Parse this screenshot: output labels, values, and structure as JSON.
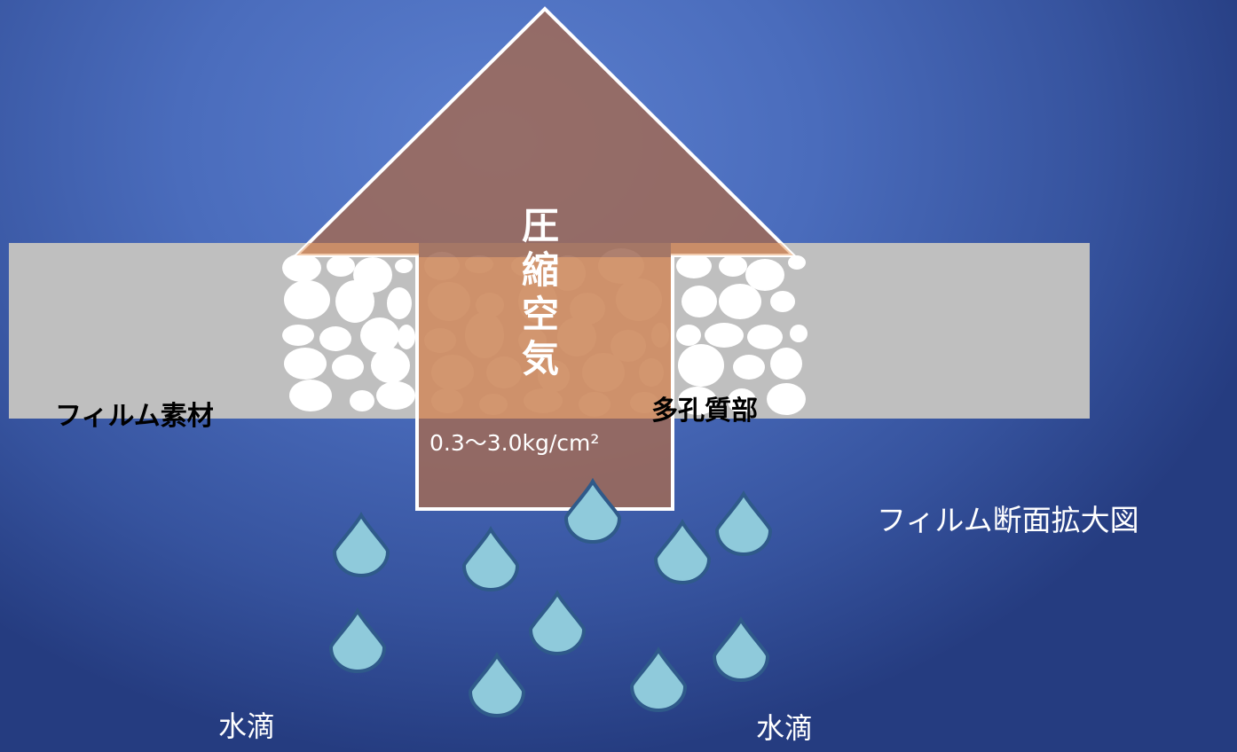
{
  "labels": {
    "compressed_air": "圧縮空気",
    "pressure": "0.3〜3.0kg/cm²",
    "film_material": "フィルム素材",
    "porous_part": "多孔質部",
    "caption": "フィルム断面拡大図",
    "water_drop_left": "水滴",
    "water_drop_right": "水滴"
  },
  "colors": {
    "film": "#bfbfbf",
    "pores": "#ffffff",
    "air_arrow": "#a0705f",
    "air_inside_film": "#e8a06a",
    "water_drop": "#8fcadb",
    "water_drop_stroke": "#2f5a8a"
  },
  "drop_count": 11
}
